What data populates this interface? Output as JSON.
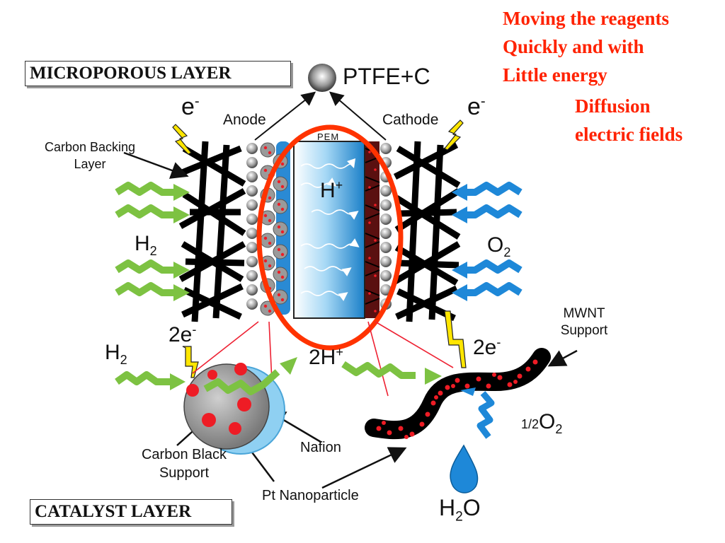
{
  "labels": {
    "microporous_layer": "MICROPOROUS LAYER",
    "catalyst_layer": "CATALYST LAYER",
    "ptfe_c": "PTFE+C",
    "anode": "Anode",
    "cathode": "Cathode",
    "pem": "PEM",
    "carbon_backing_layer": "Carbon Backing Layer",
    "electron_top_left": "e",
    "electron_top_right": "e",
    "electron_sup": "-",
    "h_plus": "H",
    "h_plus_sup": "+",
    "h2_left": "H",
    "h2_left_sub": "2",
    "o2_right": "O",
    "o2_right_sub": "2",
    "two_e_left": "2e",
    "two_e_right": "2e",
    "h2_bottom": "H",
    "h2_bottom_sub": "2",
    "two_h_plus": "2H",
    "mwnt_support": "MWNT Support",
    "half": "1/2",
    "half_o2": "O",
    "half_o2_sub": "2",
    "carbon_black_support": "Carbon Black Support",
    "nafion": "Nafion",
    "pt_nanoparticle": "Pt Nanoparticle",
    "h2o": "H",
    "h2o_sub": "2",
    "h2o_o": "O"
  },
  "notes": {
    "line1": "Moving the reagents",
    "line2": "Quickly and with",
    "line3": "Little energy",
    "line4": "Diffusion",
    "line5": "electric fields"
  },
  "colors": {
    "note_red": "#ff2200",
    "highlight_ellipse": "#ff3300",
    "h2_arrow_green": "#7dc242",
    "o2_arrow_blue": "#1e88d8",
    "electron_yellow": "#ffe600",
    "pt_red": "#ee1c25",
    "pem_blue": "#3aa3e3"
  }
}
